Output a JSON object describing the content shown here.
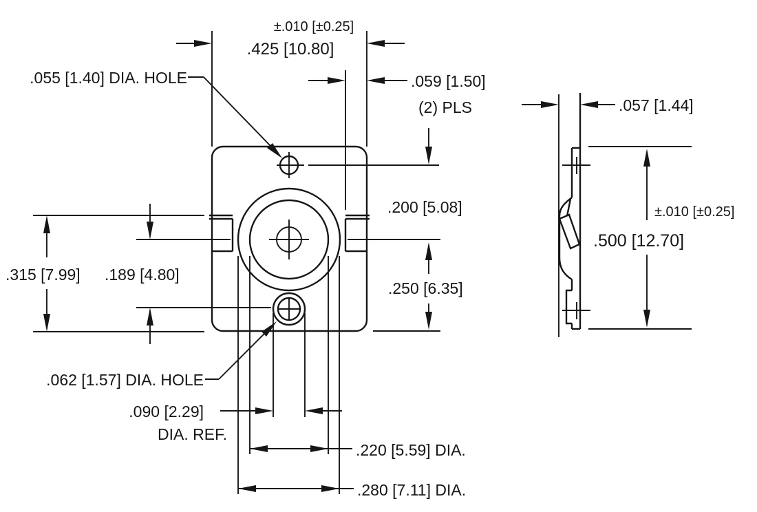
{
  "colors": {
    "line": "#161616",
    "background": "#ffffff"
  },
  "front_view": {
    "dim_width_tolerance": "±.010 [±0.25]",
    "dim_width": ".425 [10.80]",
    "label_top_hole": ".055 [1.40] DIA. HOLE",
    "dim_tab": ".059 [1.50]",
    "dim_tab_places": "(2) PLS",
    "dim_top_hole_offset": ".200 [5.08]",
    "dim_bottom_offset": ".250 [6.35]",
    "dim_tab_height": ".315 [7.99]",
    "dim_center_to_hole": ".189 [4.80]",
    "label_bottom_hole": ".062 [1.57] DIA. HOLE",
    "dim_boss": ".090 [2.29]",
    "dim_boss_suffix": "DIA.  REF.",
    "dim_inner_dia": ".220 [5.59] DIA.",
    "dim_outer_dia": ".280 [7.11] DIA."
  },
  "side_view": {
    "dim_thickness": ".057 [1.44]",
    "dim_height_tolerance": "±.010 [±0.25]",
    "dim_height": ".500 [12.70]"
  }
}
